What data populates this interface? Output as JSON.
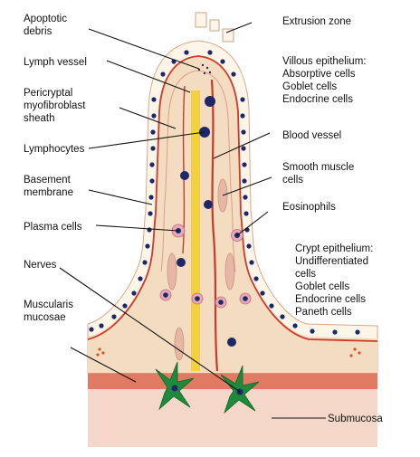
{
  "diagram": {
    "left_labels": {
      "apoptotic_debris": [
        "Apoptotic",
        "debris"
      ],
      "lymph_vessel": [
        "Lymph vessel"
      ],
      "pericryptal_sheath": [
        "Pericryptal",
        "myofibroblast",
        "sheath"
      ],
      "lymphocytes": [
        "Lymphocytes"
      ],
      "basement_membrane": [
        "Basement",
        "membrane"
      ],
      "plasma_cells": [
        "Plasma cells"
      ],
      "nerves": [
        "Nerves"
      ],
      "muscularis_mucosae": [
        "Muscularis",
        "mucosae"
      ]
    },
    "right_labels": {
      "extrusion_zone": [
        "Extrusion zone"
      ],
      "villous_epithelium": [
        "Villous epithelium:",
        "Absorptive cells",
        "Goblet cells",
        "Endocrine cells"
      ],
      "blood_vessel": [
        "Blood vessel"
      ],
      "smooth_muscle_cells": [
        "Smooth muscle",
        "cells"
      ],
      "eosinophils": [
        "Eosinophils"
      ],
      "crypt_epithelium": [
        "Crypt epithelium:",
        "Undifferentiated",
        "cells",
        "Goblet cells",
        "Endocrine cells",
        "Paneth cells"
      ],
      "submucosa": [
        "Submucosa"
      ]
    },
    "colors": {
      "lamina_propria": "#f3dcc0",
      "epithelium": "#fdf5e8",
      "nucleus": "#1c2868",
      "basement_membrane": "#cc3b2b",
      "muscularis": "#e07a62",
      "submucosa": "#f4d7c8",
      "nerve_cells": "#1f8a3c",
      "lymph_vessel": "#f2d13a"
    }
  }
}
